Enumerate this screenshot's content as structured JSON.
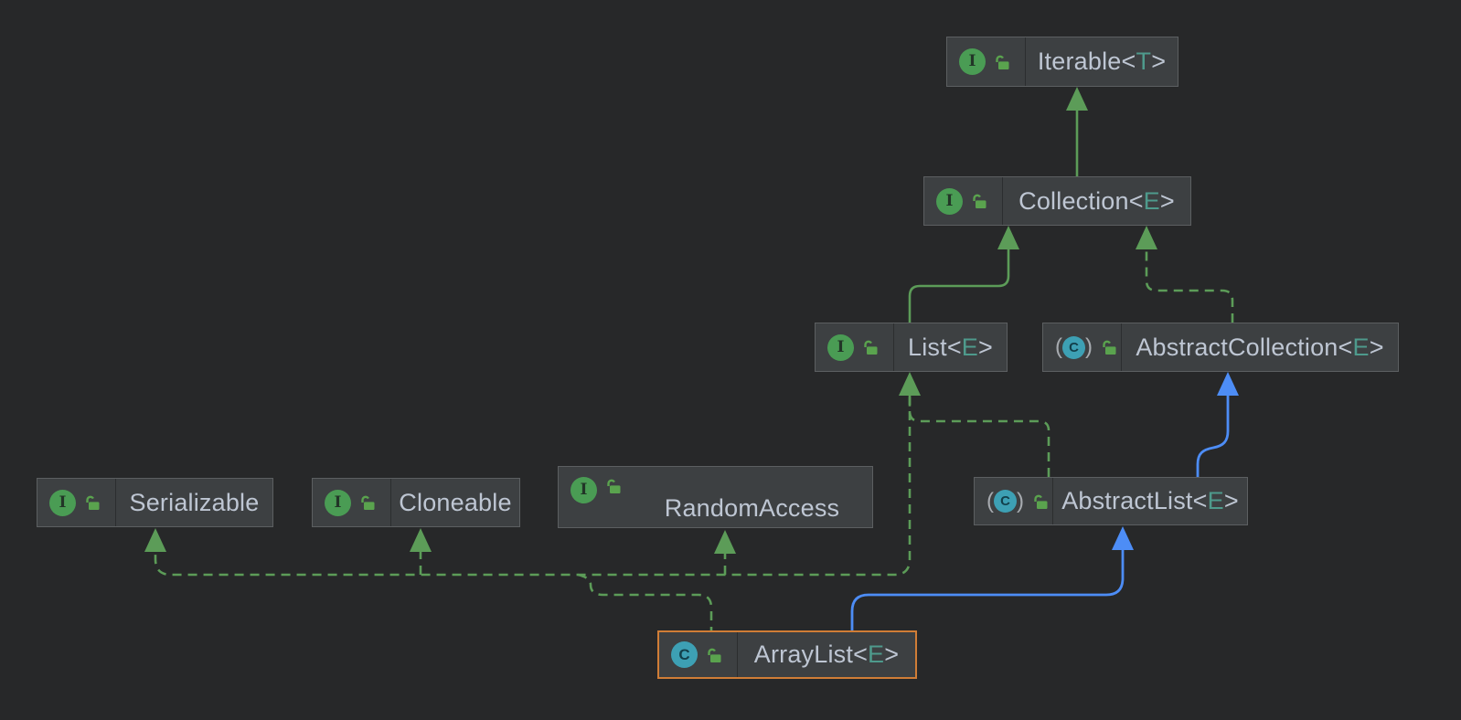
{
  "diagram": {
    "title": "ArrayList class hierarchy UML diagram",
    "selected_node": "ArrayList<E>",
    "nodes": {
      "iterable": {
        "base": "Iterable",
        "param": "T",
        "kind": "interface",
        "visibility": "public"
      },
      "collection": {
        "base": "Collection",
        "param": "E",
        "kind": "interface",
        "visibility": "public"
      },
      "list": {
        "base": "List",
        "param": "E",
        "kind": "interface",
        "visibility": "public"
      },
      "abstractCollection": {
        "base": "AbstractCollection",
        "param": "E",
        "kind": "abstract-class",
        "visibility": "public"
      },
      "serializable": {
        "base": "Serializable",
        "param": "",
        "kind": "interface",
        "visibility": "public"
      },
      "cloneable": {
        "base": "Cloneable",
        "param": "",
        "kind": "interface",
        "visibility": "public"
      },
      "randomAccess": {
        "base": "RandomAccess",
        "param": "",
        "kind": "interface",
        "visibility": "public"
      },
      "abstractList": {
        "base": "AbstractList",
        "param": "E",
        "kind": "abstract-class",
        "visibility": "public"
      },
      "arrayList": {
        "base": "ArrayList",
        "param": "E",
        "kind": "class",
        "visibility": "public"
      }
    },
    "icons": {
      "interface_glyph": "I",
      "class_glyph": "C",
      "abstract_paren_open": "(",
      "abstract_paren_close": ")"
    },
    "edges": [
      {
        "from": "Collection<E>",
        "to": "Iterable<T>",
        "relation": "extends",
        "line": "solid",
        "color": "green"
      },
      {
        "from": "List<E>",
        "to": "Collection<E>",
        "relation": "extends",
        "line": "solid",
        "color": "green"
      },
      {
        "from": "AbstractCollection<E>",
        "to": "Collection<E>",
        "relation": "implements",
        "line": "dashed",
        "color": "green"
      },
      {
        "from": "AbstractList<E>",
        "to": "List<E>",
        "relation": "implements",
        "line": "dashed",
        "color": "green"
      },
      {
        "from": "AbstractList<E>",
        "to": "AbstractCollection<E>",
        "relation": "extends",
        "line": "solid",
        "color": "blue"
      },
      {
        "from": "ArrayList<E>",
        "to": "AbstractList<E>",
        "relation": "extends",
        "line": "solid",
        "color": "blue"
      },
      {
        "from": "ArrayList<E>",
        "to": "List<E>",
        "relation": "implements",
        "line": "dashed",
        "color": "green"
      },
      {
        "from": "ArrayList<E>",
        "to": "RandomAccess",
        "relation": "implements",
        "line": "dashed",
        "color": "green"
      },
      {
        "from": "ArrayList<E>",
        "to": "Cloneable",
        "relation": "implements",
        "line": "dashed",
        "color": "green"
      },
      {
        "from": "ArrayList<E>",
        "to": "Serializable",
        "relation": "implements",
        "line": "dashed",
        "color": "green"
      }
    ],
    "colors": {
      "background": "#272829",
      "node_fill": "#3d4042",
      "node_border": "#5c5f61",
      "selection_border": "#d07d36",
      "text": "#bec6d3",
      "type_param": "#4e9a8c",
      "edge_green": "#5c9c58",
      "edge_blue": "#4d8df6",
      "interface_icon": "#4a9c54",
      "class_icon": "#3da0b4",
      "lock_icon": "#5aa34e"
    }
  }
}
